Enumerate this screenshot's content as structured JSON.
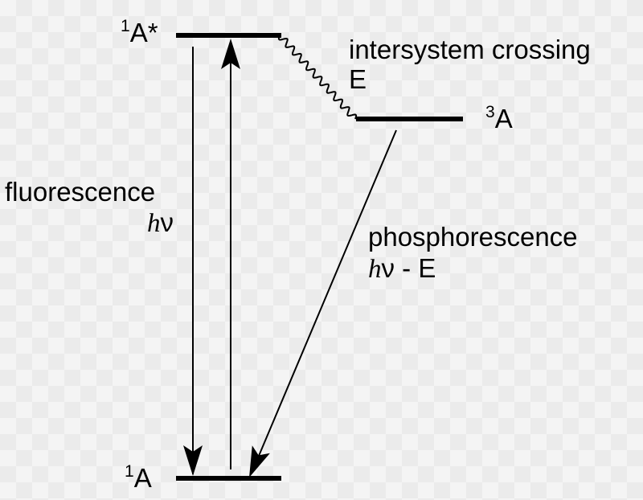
{
  "states": {
    "s1_excited": {
      "sup": "1",
      "base": "A*"
    },
    "t1": {
      "sup": "3",
      "base": "A"
    },
    "s0": {
      "sup": "1",
      "base": "A"
    }
  },
  "labels": {
    "isc": "intersystem crossing",
    "isc_energy": "E",
    "fluorescence": "fluorescence",
    "fluorescence_energy_h": "h",
    "fluorescence_energy_nu": "ν",
    "phosphorescence": "phosphorescence",
    "phosphorescence_energy_h": "h",
    "phosphorescence_energy_nu": "ν",
    "phosphorescence_energy_rest": " - E"
  }
}
